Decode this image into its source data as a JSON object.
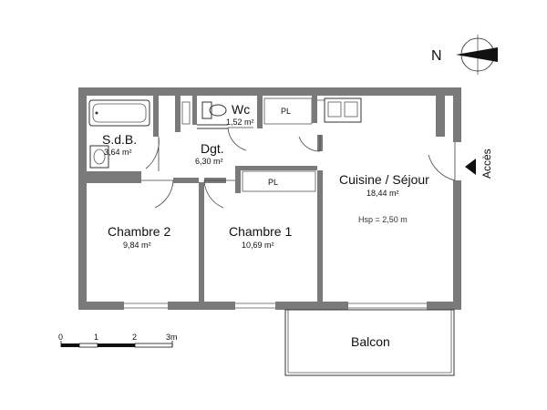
{
  "compass": {
    "north_label": "N"
  },
  "entrance": {
    "label": "Accès"
  },
  "rooms": {
    "sdb": {
      "name": "S.d.B.",
      "area": "3,64 m²"
    },
    "wc": {
      "name": "Wc",
      "area": "1,52 m²"
    },
    "dgt": {
      "name": "Dgt.",
      "area": "6,30 m²"
    },
    "pl_top": {
      "name": "PL"
    },
    "pl_mid": {
      "name": "PL"
    },
    "cuisine": {
      "name": "Cuisine / Séjour",
      "area": "18,44 m²",
      "height": "Hsp = 2,50 m"
    },
    "chambre2": {
      "name": "Chambre 2",
      "area": "9,84 m²"
    },
    "chambre1": {
      "name": "Chambre 1",
      "area": "10,69 m²"
    },
    "balcon": {
      "name": "Balcon"
    }
  },
  "scale_bar": {
    "ticks": [
      "0",
      "1",
      "2",
      "3m"
    ]
  }
}
